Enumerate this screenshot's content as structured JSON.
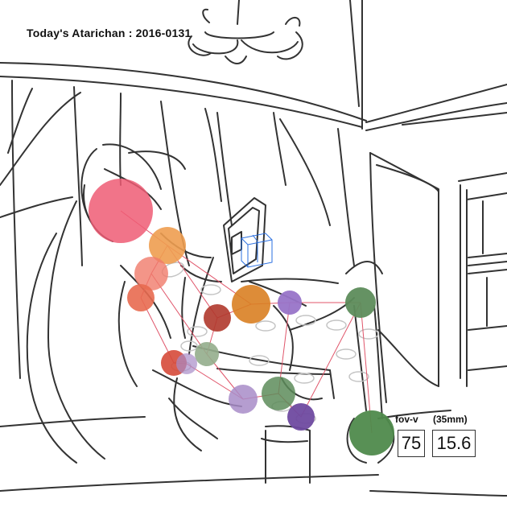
{
  "title": "Today's Atarichan : 2016-0131",
  "fov": {
    "label": "fov-v",
    "value": "75",
    "focal_label": "(35mm)",
    "focal_value": "15.6"
  },
  "joint_colors": {
    "head": "#ee5c74",
    "orange": "#ee9d50",
    "dark_orange": "#d97f22",
    "salmon": "#f07a6a",
    "dark_red": "#b0392c",
    "red": "#d64a3a",
    "purple": "#9874c8",
    "light_purple": "#a88cc8",
    "dark_purple": "#6f4aa0",
    "green": "#5d8c5b",
    "light_green": "#94ad8c",
    "bone_line": "#e0556a",
    "camera_box": "#2a6fe0"
  }
}
